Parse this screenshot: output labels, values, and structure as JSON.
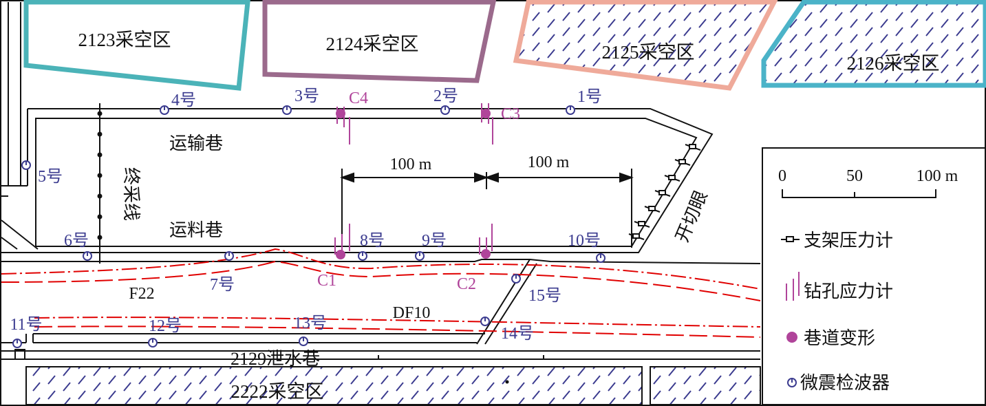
{
  "goafs": {
    "g2123": "2123采空区",
    "g2124": "2124采空区",
    "g2125": "2125采空区",
    "g2126": "2126采空区",
    "g2222": "2222采空区"
  },
  "roadways": {
    "haulage": "运输巷",
    "material": "运料巷",
    "cut": "开切眼",
    "stop_line": "终采线",
    "drain": "2129泄水巷"
  },
  "faults": {
    "f22": "F22",
    "df10": "DF10"
  },
  "dimensions": {
    "d1": "100 m",
    "d2": "100 m"
  },
  "deformation": {
    "c1": "C1",
    "c2": "C2",
    "c3": "C3",
    "c4": "C4"
  },
  "geophones": {
    "g1": "1号",
    "g2": "2号",
    "g3": "3号",
    "g4": "4号",
    "g5": "5号",
    "g6": "6号",
    "g7": "7号",
    "g8": "8号",
    "g9": "9号",
    "g10": "10号",
    "g11": "11号",
    "g12": "12号",
    "g13": "13号",
    "g14": "14号",
    "g15": "15号"
  },
  "legend": {
    "scale_0": "0",
    "scale_50": "50",
    "scale_100": "100 m",
    "support_gauge": "支架压力计",
    "borehole_gauge": "钻孔应力计",
    "deformation": "巷道变形",
    "geophone": "微震检波器"
  },
  "colors": {
    "g2123": "#4bb3b8",
    "g2124": "#9b6a8c",
    "g2125": "#efaa9a",
    "g2126": "#4bb3c8",
    "fault": "#e00000",
    "marker": "#b0449a",
    "geophone": "#3b3b8f"
  }
}
